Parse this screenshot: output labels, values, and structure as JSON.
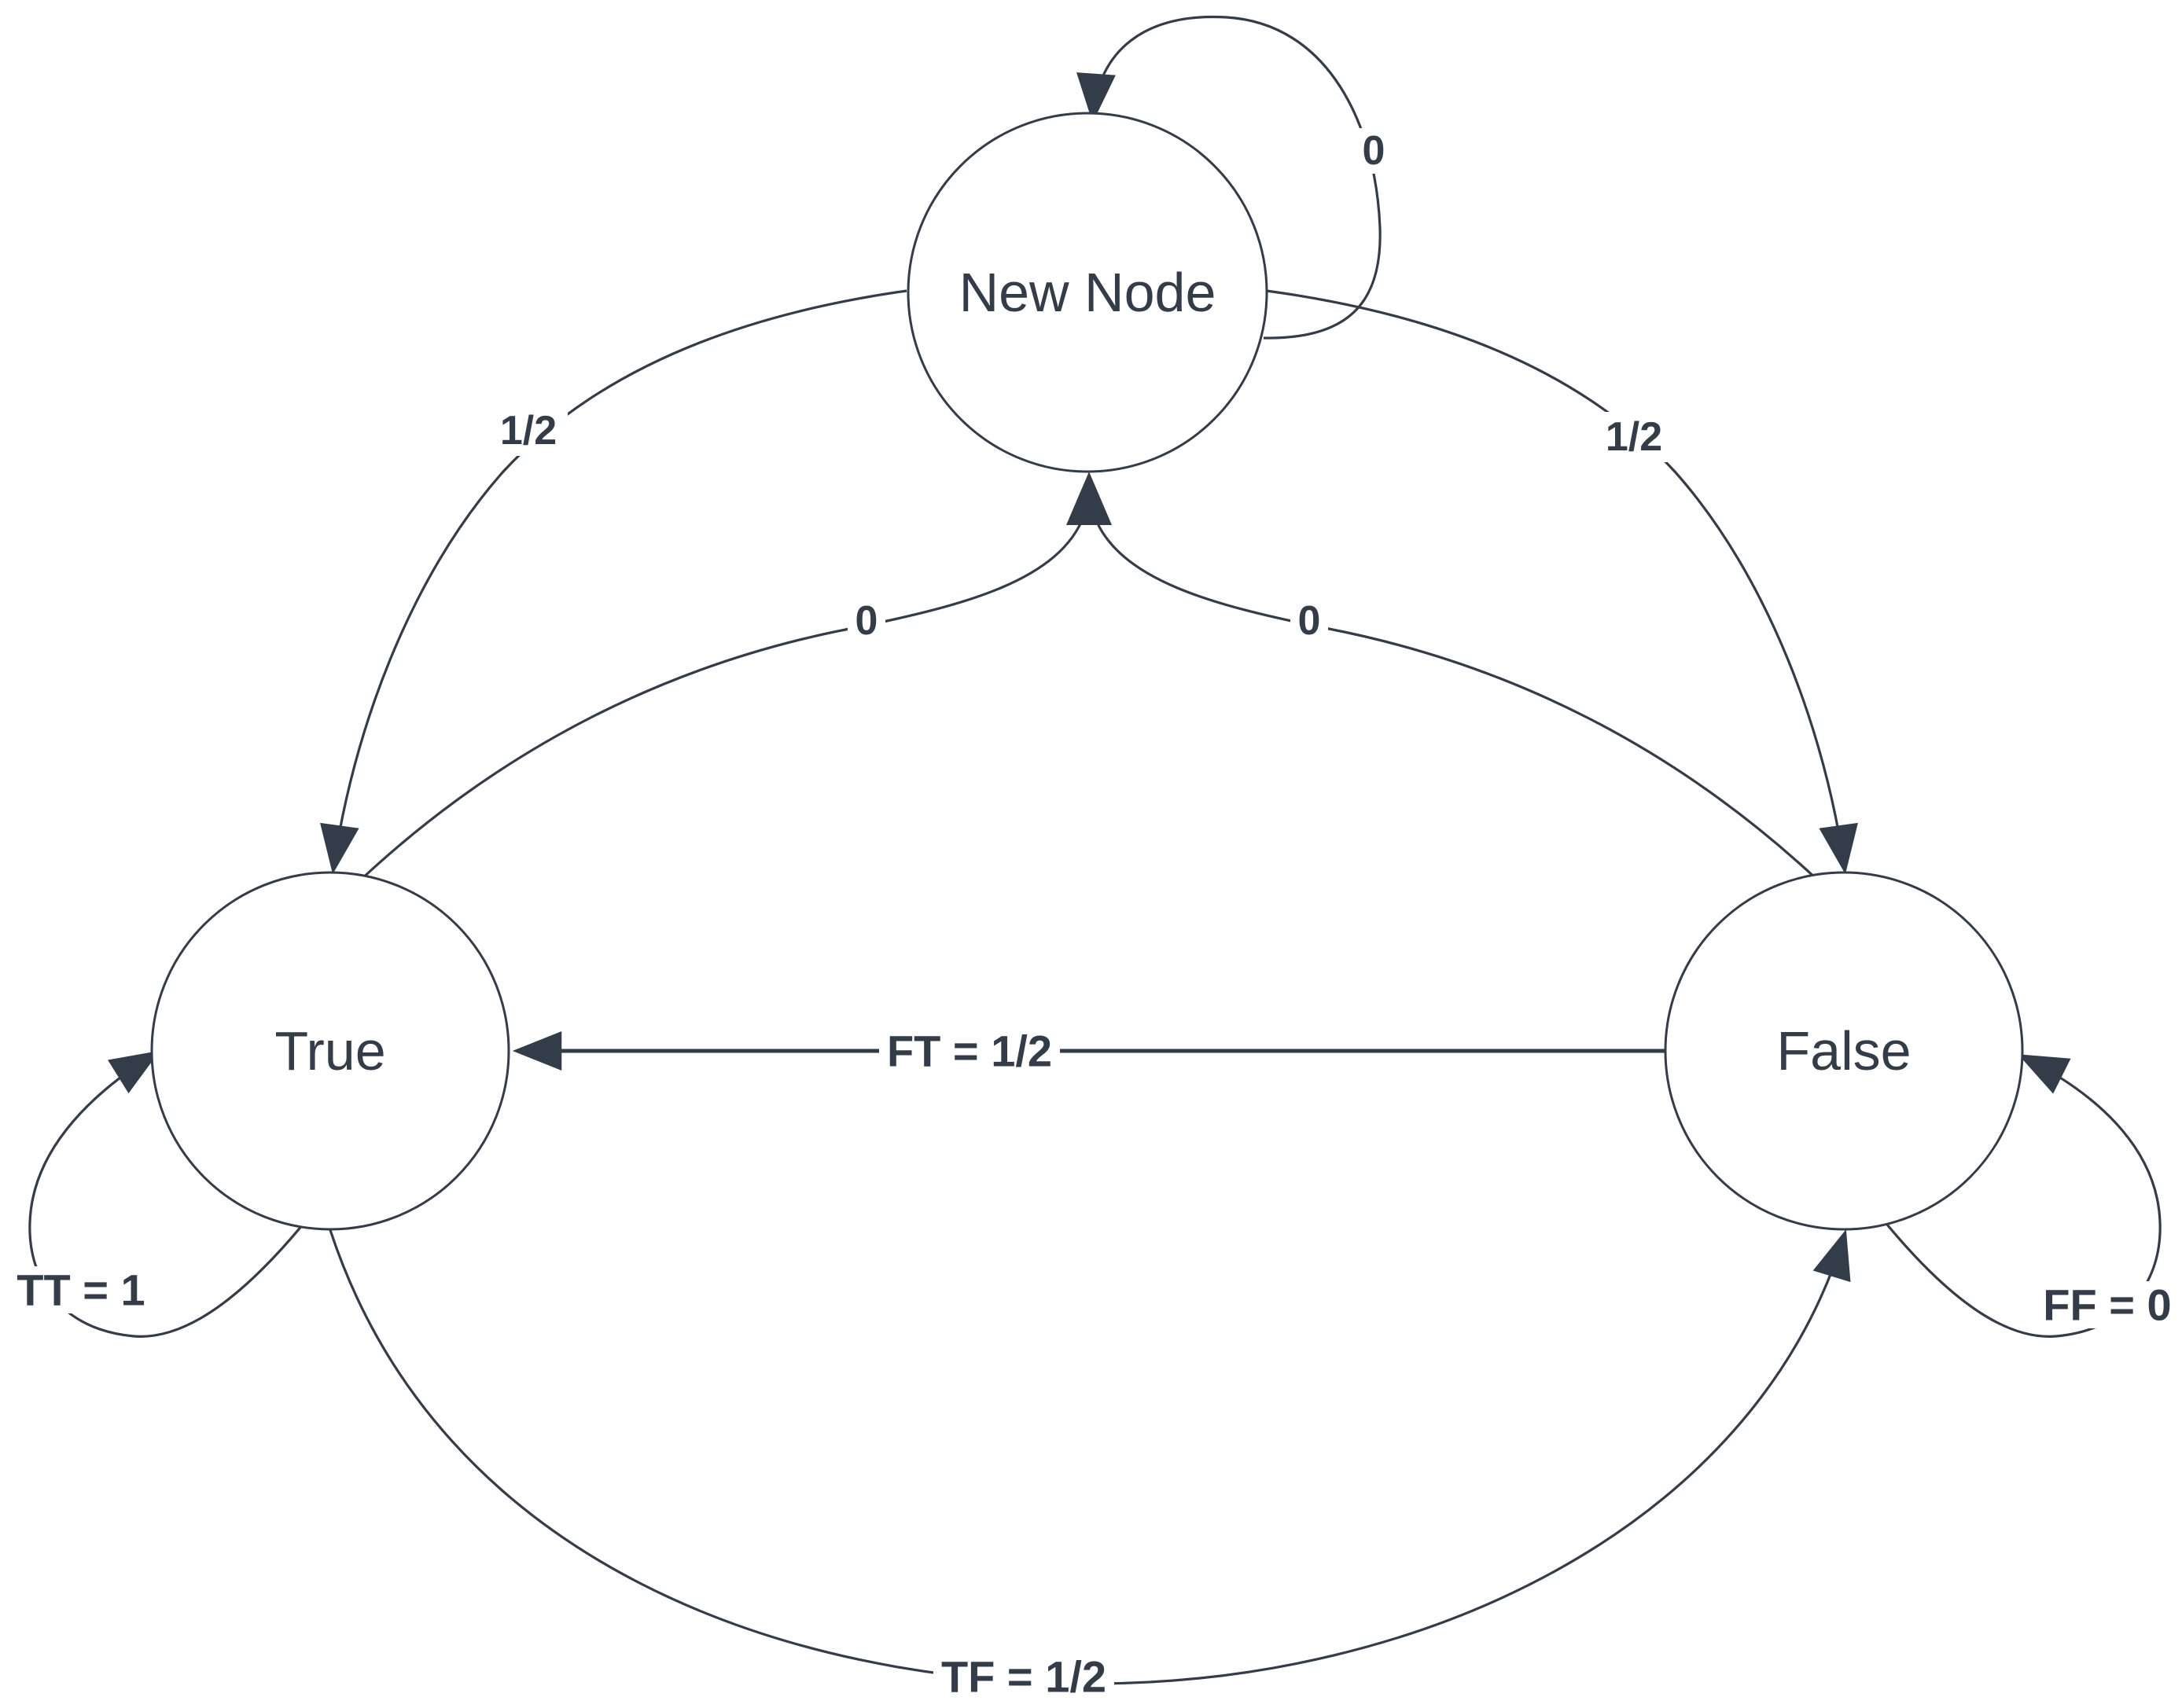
{
  "diagram": {
    "type": "state-transition-diagram",
    "colors": {
      "ink": "#333c49",
      "background": "#ffffff"
    },
    "nodes": [
      {
        "id": "new-node",
        "label": "New Node"
      },
      {
        "id": "true",
        "label": "True"
      },
      {
        "id": "false",
        "label": "False"
      }
    ],
    "edges": [
      {
        "from": "new-node",
        "to": "new-node",
        "label": "0"
      },
      {
        "from": "new-node",
        "to": "true",
        "label": "1/2"
      },
      {
        "from": "new-node",
        "to": "false",
        "label": "1/2"
      },
      {
        "from": "true",
        "to": "new-node",
        "label": "0"
      },
      {
        "from": "false",
        "to": "new-node",
        "label": "0"
      },
      {
        "from": "false",
        "to": "true",
        "label": "FT = 1/2"
      },
      {
        "from": "true",
        "to": "true",
        "label": "TT = 1"
      },
      {
        "from": "false",
        "to": "false",
        "label": "FF = 0"
      },
      {
        "from": "true",
        "to": "false",
        "label": "TF = 1/2"
      }
    ]
  }
}
